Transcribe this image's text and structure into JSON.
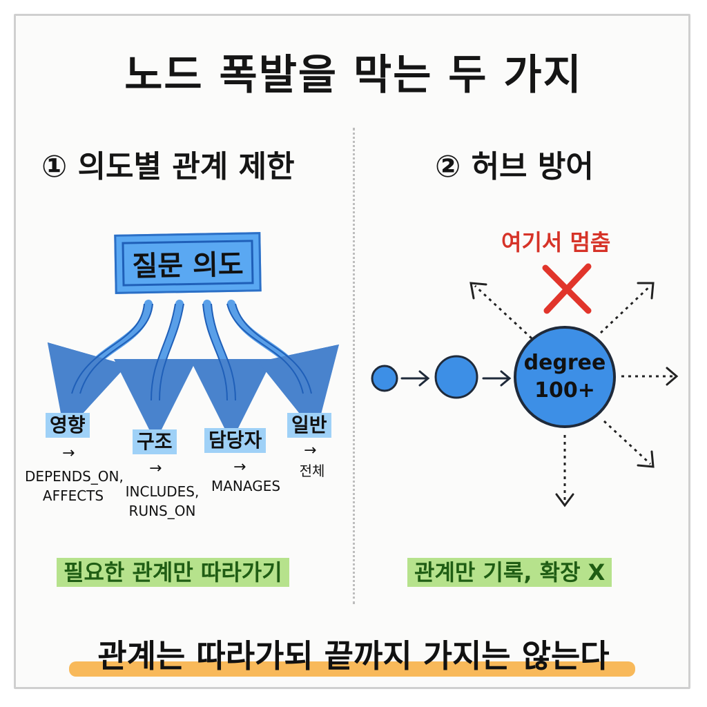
{
  "title": "노드 폭발을 막는 두 가지",
  "left_section": {
    "heading": "① 의도별 관계 제한",
    "intent_box": "질문 의도",
    "categories": [
      {
        "label": "영향",
        "arrow": "→",
        "relations": [
          "DEPENDS_ON,",
          "AFFECTS"
        ]
      },
      {
        "label": "구조",
        "arrow": "→",
        "relations": [
          "INCLUDES,",
          "RUNS_ON"
        ]
      },
      {
        "label": "담당자",
        "arrow": "→",
        "relations": [
          "MANAGES"
        ]
      },
      {
        "label": "일반",
        "arrow": "→",
        "relations": [
          "전체"
        ]
      }
    ],
    "caption": "필요한 관계만 따라가기"
  },
  "right_section": {
    "heading": "② 허브 방어",
    "stop_label": "여기서 멈춤",
    "hub_label_line1": "degree",
    "hub_label_line2": "100+",
    "caption": "관계만 기록, 확장 X"
  },
  "footer": "관계는 따라가되 끝까지 가지는 않는다",
  "colors": {
    "node_blue": "#3d8fe6",
    "node_outline": "#1f2a3a",
    "stop_red": "#d63328",
    "green_highlight": "#b6e28c",
    "orange_highlight": "#f8b95a"
  }
}
